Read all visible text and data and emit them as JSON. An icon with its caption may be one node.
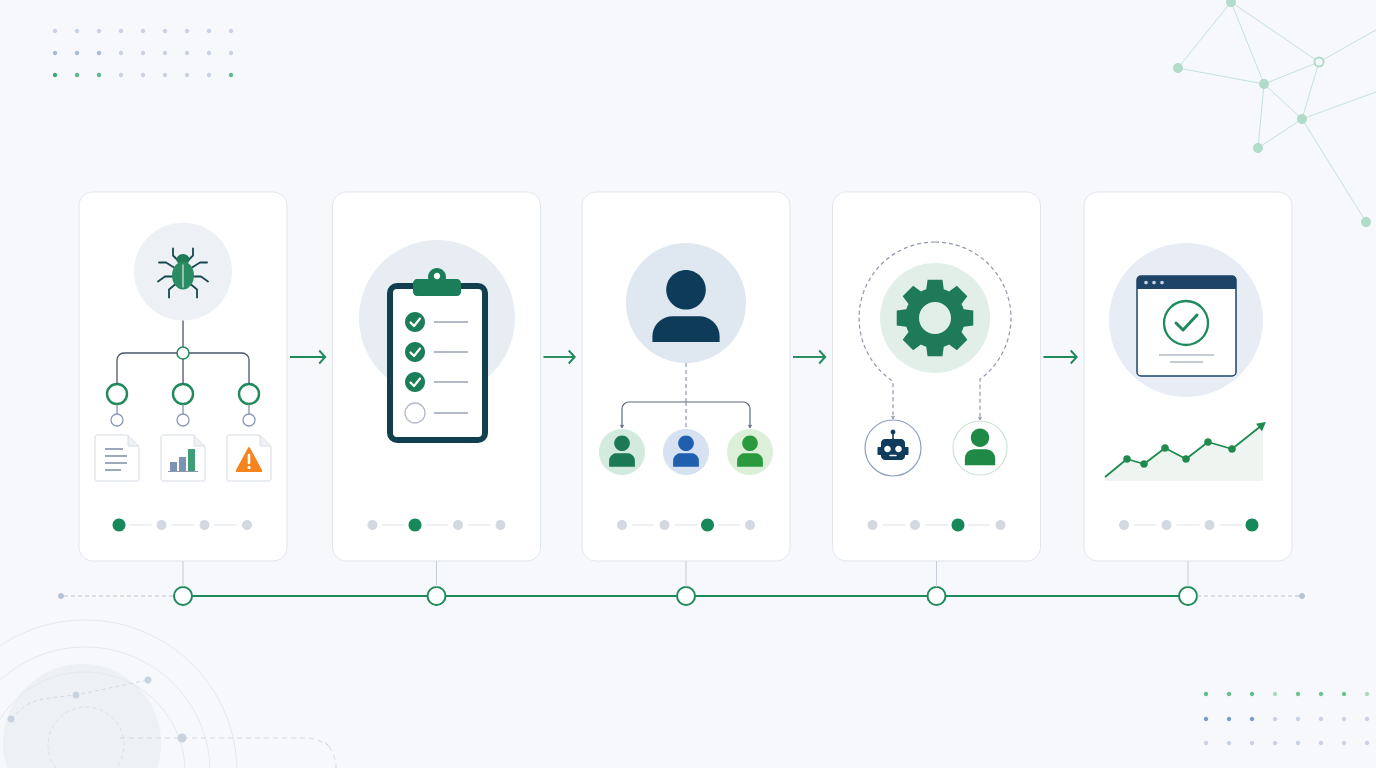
{
  "diagram": {
    "nodes": [
      {
        "text": [],
        "shape": "box"
      },
      {
        "text": [],
        "shape": "box"
      },
      {
        "text": [],
        "shape": "box"
      },
      {
        "text": [],
        "shape": "box"
      },
      {
        "text": [],
        "shape": "box"
      },
      {
        "text": [],
        "shape": "picture",
        "in": 0
      },
      {
        "text": [],
        "shape": "circle",
        "in": 0
      },
      {
        "text": [],
        "shape": "circle",
        "in": 0
      },
      {
        "text": [],
        "shape": "circle",
        "in": 0
      },
      {
        "text": [],
        "shape": "circle",
        "in": 0
      },
      {
        "text": [],
        "shape": "circle",
        "in": 0
      },
      {
        "text": [],
        "shape": "circle",
        "in": 0
      },
      {
        "text": [],
        "shape": "circle",
        "in": 0
      },
      {
        "text": [],
        "shape": "person",
        "in": 2
      },
      {
        "text": [],
        "shape": "person",
        "in": 2
      },
      {
        "text": [],
        "shape": "person",
        "in": 2
      },
      {
        "text": [],
        "shape": "person",
        "in": 2
      },
      {
        "text": [],
        "shape": "picture",
        "in": 3
      },
      {
        "text": [],
        "shape": "picture",
        "in": 3
      },
      {
        "text": [],
        "shape": "person",
        "in": 3
      },
      {
        "text": [],
        "shape": "circle"
      },
      {
        "text": [],
        "shape": "circle"
      },
      {
        "text": [],
        "shape": "circle"
      },
      {
        "text": [],
        "shape": "circle"
      },
      {
        "text": [],
        "shape": "circle"
      },
      {
        "text": [],
        "shape": "circle"
      },
      {
        "text": [],
        "shape": "circle"
      }
    ],
    "edges": [
      {
        "from": 0,
        "to": 1,
        "arrow": "to"
      },
      {
        "from": 1,
        "to": 2,
        "arrow": "to"
      },
      {
        "from": 2,
        "to": 3,
        "arrow": "to"
      },
      {
        "from": 3,
        "to": 4,
        "arrow": "to"
      },
      {
        "from": 5,
        "to": 6,
        "arrow": "none",
        "color": "#4a5668"
      },
      {
        "from": 6,
        "to": 7,
        "arrow": "none",
        "color": "#4a5668"
      },
      {
        "from": 6,
        "to": 8,
        "arrow": "none",
        "color": "#4a5668"
      },
      {
        "from": 6,
        "to": 9,
        "arrow": "none",
        "color": "#4a5668"
      },
      {
        "from": 7,
        "to": 10,
        "arrow": "none",
        "color": "#7d89a6"
      },
      {
        "from": 8,
        "to": 11,
        "arrow": "none",
        "color": "#7d89a6"
      },
      {
        "from": 9,
        "to": 12,
        "arrow": "none",
        "color": "#7d89a6"
      },
      {
        "from": 13,
        "to": 14,
        "arrow": "to",
        "color": "#5f6b7d"
      },
      {
        "from": 13,
        "to": 15,
        "arrow": "none",
        "style": "dashed",
        "color": "#8f99ab"
      },
      {
        "from": 13,
        "to": 16,
        "arrow": "to",
        "color": "#5f6b7d"
      },
      {
        "from": 17,
        "to": 18,
        "arrow": "to",
        "style": "dashed",
        "color": "#8f99ab"
      },
      {
        "from": 17,
        "to": 19,
        "arrow": "to",
        "style": "dashed",
        "color": "#8f99ab"
      },
      {
        "from": 0,
        "to": 21,
        "arrow": "none",
        "color": "#c5cdd8"
      },
      {
        "from": 1,
        "to": 22,
        "arrow": "none",
        "color": "#c5cdd8"
      },
      {
        "from": 2,
        "to": 23,
        "arrow": "none",
        "color": "#c5cdd8"
      },
      {
        "from": 3,
        "to": 24,
        "arrow": "none",
        "color": "#c5cdd8"
      },
      {
        "from": 4,
        "to": 25,
        "arrow": "none",
        "color": "#c5cdd8"
      },
      {
        "from": 21,
        "to": 22,
        "arrow": "none"
      },
      {
        "from": 22,
        "to": 23,
        "arrow": "none"
      },
      {
        "from": 23,
        "to": 24,
        "arrow": "none"
      },
      {
        "from": 24,
        "to": 25,
        "arrow": "none"
      },
      {
        "from": 20,
        "to": 21,
        "arrow": "none",
        "style": "dashed",
        "color": "#b9c3d1"
      },
      {
        "from": 25,
        "to": 26,
        "arrow": "none",
        "style": "dashed",
        "color": "#b9c3d1"
      }
    ]
  }
}
